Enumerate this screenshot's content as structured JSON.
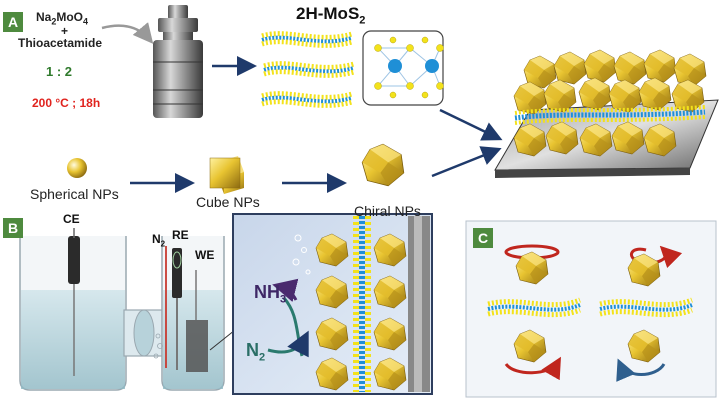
{
  "panels": {
    "a": "A",
    "b": "B",
    "c": "C"
  },
  "synthesis": {
    "precursor_1": "Na",
    "precursor_1_sub": "2",
    "precursor_1_rest": "MoO",
    "precursor_1_sub2": "4",
    "plus": "+",
    "precursor_2": "Thioacetamide",
    "ratio": "1 : 2",
    "conditions": "200 °C ; 18h"
  },
  "product": {
    "name": "2H-MoS",
    "sub": "2"
  },
  "nanoparticles": {
    "spherical": "Spherical NPs",
    "cube": "Cube NPs",
    "chiral": "Chiral NPs"
  },
  "cell": {
    "ce": "CE",
    "re": "RE",
    "we": "WE",
    "n2_gas": "N",
    "n2_gas_sub": "2"
  },
  "reaction": {
    "product": "NH",
    "product_sub": "3",
    "reactant": "N",
    "reactant_sub": "2"
  },
  "colors": {
    "panel_tag": "#4e8a3e",
    "arrow": "#1f3a6b",
    "gold": "#e8c431",
    "mo_atom": "#1f8fd6",
    "s_atom": "#f3e21b",
    "rotation_red": "#c0261e",
    "rotation_blue": "#2f5f8e",
    "nh3_arrow": "#4a2a6e",
    "n2_arrow": "#2a7a6e"
  }
}
